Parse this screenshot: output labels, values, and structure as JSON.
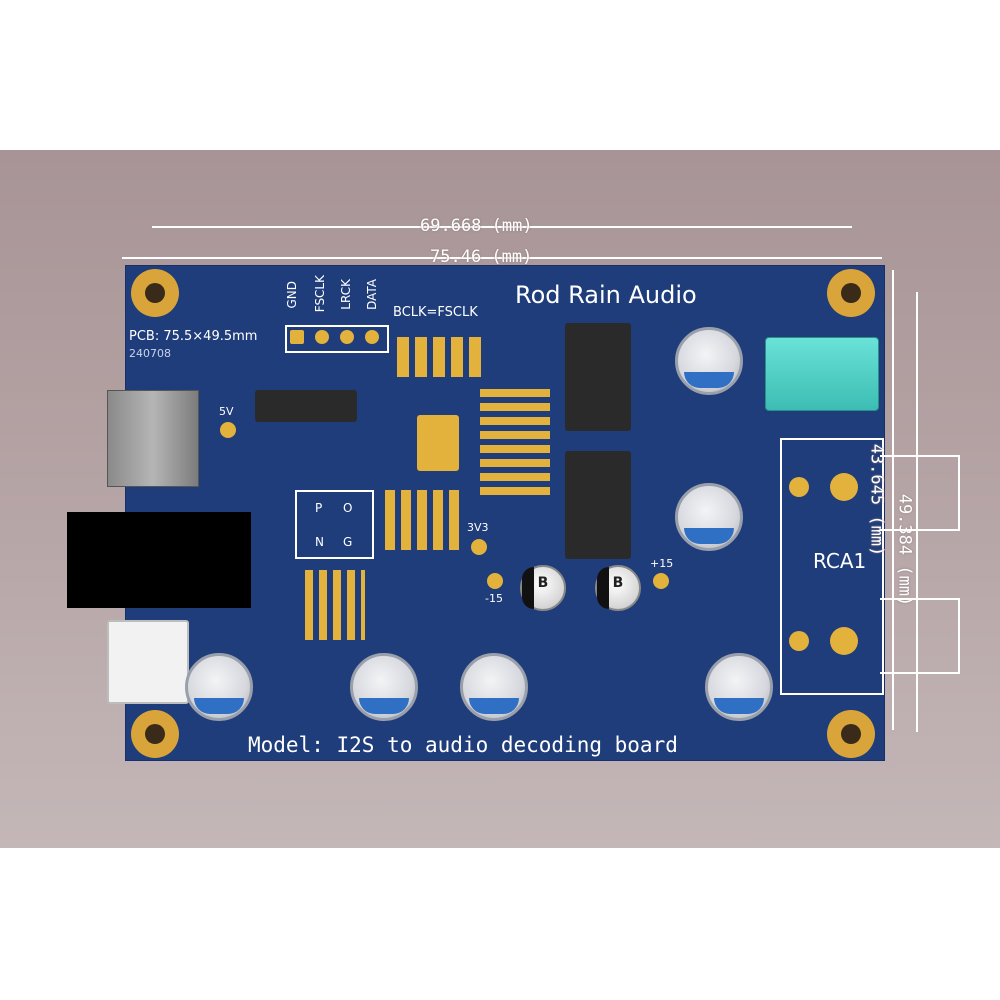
{
  "dimensions": {
    "top_width_1": "69.668 (mm)",
    "top_width_2": "75.46 (mm)",
    "right_height_1": "43.645 (mm)",
    "right_height_2": "49.384 (mm)"
  },
  "board": {
    "brand": "Rod Rain Audio",
    "pcb_size": "PCB: 75.5×49.5mm",
    "date_code": "240708",
    "model": "Model: I2S to audio decoding board",
    "connector_label": "RCA1",
    "bclk_note": "BCLK=FSCLK",
    "header_pins": [
      "GND",
      "FSCLK",
      "LRCK",
      "DATA"
    ],
    "rail_5v": "5V",
    "rail_3v3": "3V3",
    "rail_pos15": "+15",
    "rail_neg15": "-15",
    "mosfet_p": "P",
    "mosfet_o": "O",
    "mosfet_n": "N",
    "mosfet_g": "G",
    "cap_mark_b1": "B",
    "cap_mark_b2": "B"
  },
  "colors": {
    "pcb": "#1f3d7a",
    "pad": "#e2b23c",
    "background": "#b7a6a7",
    "jack": "#49d3c9"
  }
}
